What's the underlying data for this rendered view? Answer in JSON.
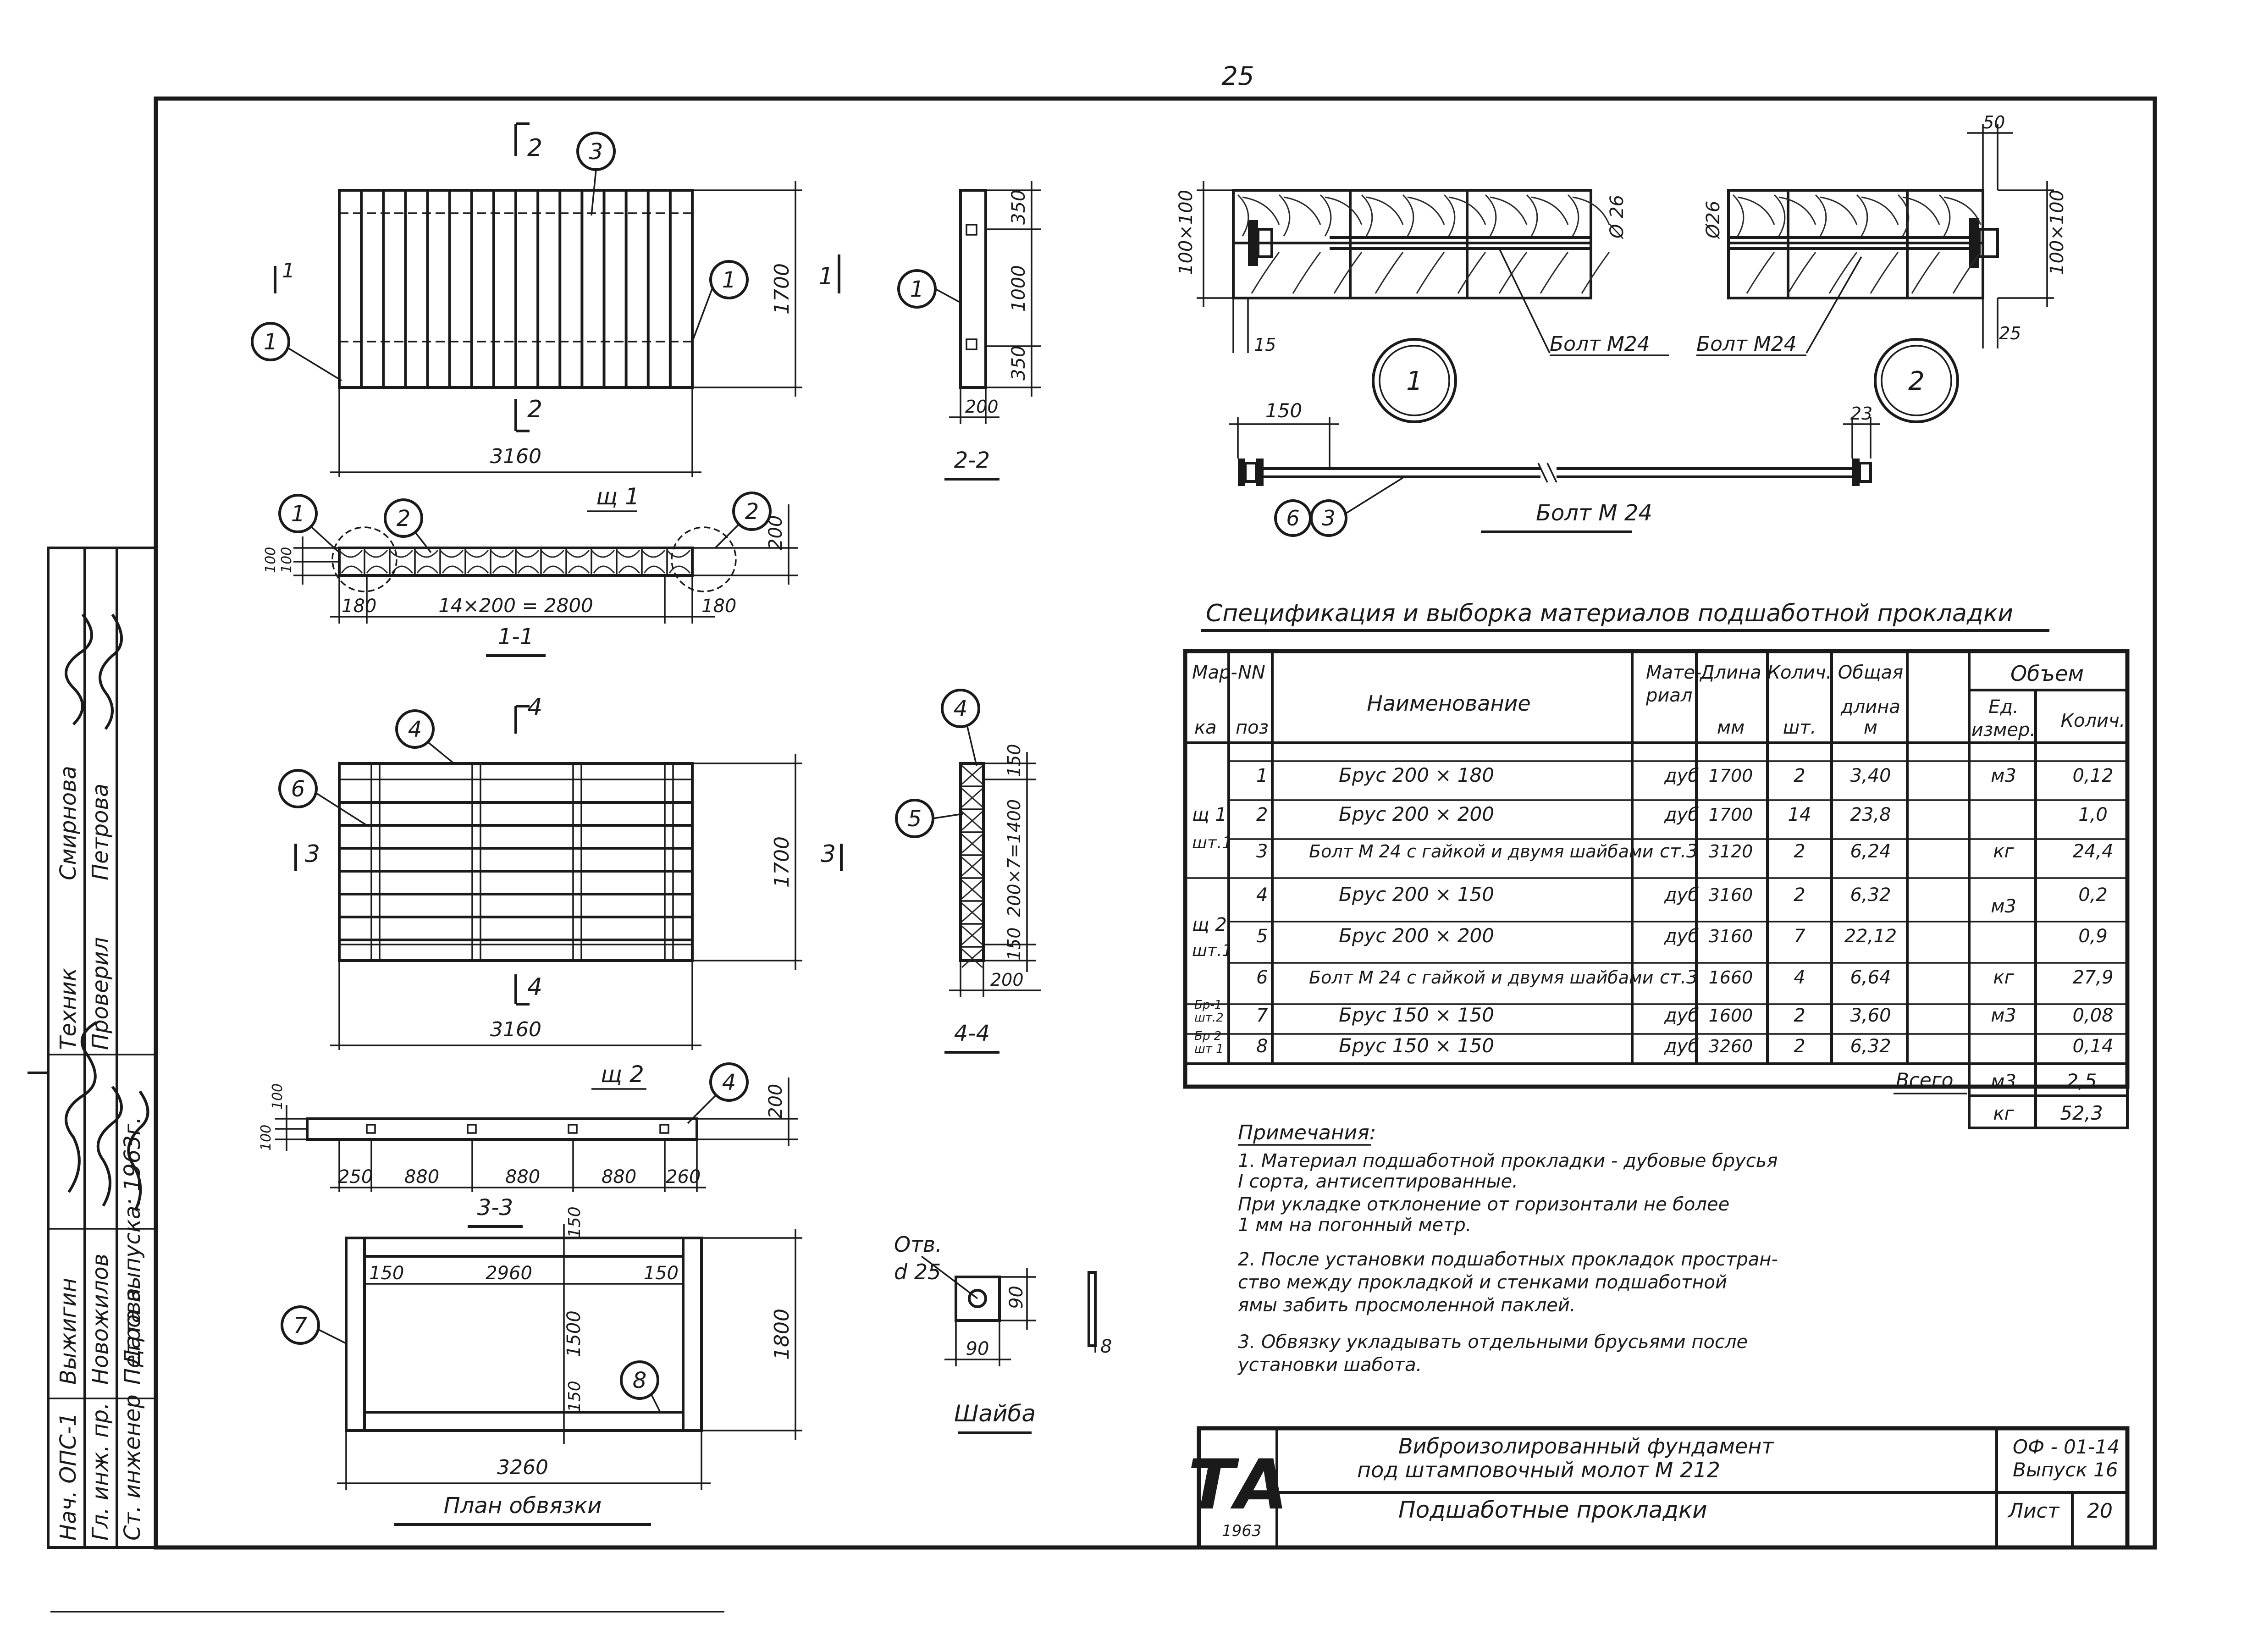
{
  "page_number": "25",
  "callouts": [
    "1",
    "2",
    "3",
    "4",
    "5",
    "6",
    "7",
    "8"
  ],
  "views": {
    "shield1": {
      "dims": {
        "length": "3160",
        "height": "1700",
        "section_label": "2",
        "section_label_side": "1"
      },
      "section11": {
        "title": "1-1",
        "shield_label": "щ 1",
        "dims": {
          "left": "180",
          "middle": "14×200 = 2800",
          "right": "180",
          "h100a": "100",
          "h100b": "100",
          "h200": "200"
        }
      }
    },
    "section22": {
      "title": "2-2",
      "dims": {
        "top": "350",
        "mid": "1000",
        "bottom": "350",
        "width": "200"
      }
    },
    "shield2": {
      "dims": {
        "length": "3160",
        "height": "1700",
        "section_label": "4",
        "section_label_side": "3"
      },
      "section33": {
        "title": "3-3",
        "shield_label": "щ 2",
        "dims": {
          "d250": "250",
          "d880a": "880",
          "d880b": "880",
          "d880c": "880",
          "d260": "260",
          "h100a": "100",
          "h100b": "100",
          "h200": "200"
        }
      }
    },
    "section44": {
      "title": "4-4",
      "dims": {
        "top": "150",
        "mid": "200×7=1400",
        "bottom": "150",
        "width": "200"
      }
    },
    "frame_plan": {
      "title": "План обвязки",
      "dims": {
        "length": "3260",
        "inner": "2960",
        "left": "150",
        "right": "150",
        "top": "150",
        "inner_h": "1500",
        "bottom": "150",
        "height": "1800"
      }
    },
    "washer": {
      "title": "Шайба",
      "hole_label": "Отв.",
      "hole_dia": "d 25",
      "side": "90",
      "width": "90",
      "thickness": "8"
    },
    "node1": {
      "label": "1",
      "dims": {
        "section": "100×100",
        "dia": "Ø 26",
        "offset": "15"
      },
      "bolt_label": "Болт М24"
    },
    "node2": {
      "label": "2",
      "dims": {
        "section": "100×100",
        "dia": "Ø26",
        "top": "50",
        "offset": "25"
      },
      "bolt_label": "Болт М24"
    },
    "bolt": {
      "title": "Болт М 24",
      "dims": {
        "head": "150",
        "end": "23"
      }
    }
  },
  "spec": {
    "title": "Спецификация и выборка материалов   подшаботной прокладки",
    "headers": {
      "mark_top": "Мар-",
      "mark_bot": "ка",
      "pos_top": "NN",
      "pos_bot": "поз",
      "name": "Наименование",
      "mat_top": "Мате-",
      "mat_bot": "риал",
      "len_top": "Длина",
      "len_bot": "мм",
      "qty_top": "Колич.",
      "qty_bot": "шт.",
      "total_top": "Общая",
      "total_mid": "длина",
      "total_bot": "м",
      "volume": "Объем",
      "unit_top": "Ед.",
      "unit_bot": "измер.",
      "vqty": "Колич."
    },
    "marks": [
      {
        "line1": "щ 1",
        "line2": "шт.1"
      },
      {
        "line1": "щ 2",
        "line2": "шт.1"
      },
      {
        "line1": "Бр-1",
        "line2": "шт.2"
      },
      {
        "line1": "Бр 2",
        "line2": "шт 1"
      }
    ],
    "rows": [
      {
        "pos": "1",
        "name": "Брус    200 × 180",
        "mat": "дуб",
        "len": "1700",
        "qty": "2",
        "total": "3,40",
        "unit": "м3",
        "vqty": "0,12"
      },
      {
        "pos": "2",
        "name": "Брус    200 × 200",
        "mat": "дуб",
        "len": "1700",
        "qty": "14",
        "total": "23,8",
        "unit": "",
        "vqty": "1,0"
      },
      {
        "pos": "3",
        "name": "Болт М 24  с гайкой и двумя  шайбами",
        "mat": "ст.3",
        "len": "3120",
        "qty": "2",
        "total": "6,24",
        "unit": "кг",
        "vqty": "24,4"
      },
      {
        "pos": "4",
        "name": "Брус   200 × 150",
        "mat": "дуб",
        "len": "3160",
        "qty": "2",
        "total": "6,32",
        "unit": "м3",
        "vqty": "0,2"
      },
      {
        "pos": "5",
        "name": "Брус   200 × 200",
        "mat": "дуб",
        "len": "3160",
        "qty": "7",
        "total": "22,12",
        "unit": "",
        "vqty": "0,9"
      },
      {
        "pos": "6",
        "name": "Болт М 24  с гайкой  и двумя  шайбами",
        "mat": "ст.3",
        "len": "1660",
        "qty": "4",
        "total": "6,64",
        "unit": "кг",
        "vqty": "27,9"
      },
      {
        "pos": "7",
        "name": "Брус   150 × 150",
        "mat": "дуб",
        "len": "1600",
        "qty": "2",
        "total": "3,60",
        "unit": "м3",
        "vqty": "0,08"
      },
      {
        "pos": "8",
        "name": "Брус   150 × 150",
        "mat": "дуб",
        "len": "3260",
        "qty": "2",
        "total": "6,32",
        "unit": "",
        "vqty": "0,14"
      }
    ],
    "total_label": "Всего",
    "totals": [
      {
        "unit": "м3",
        "value": "2,5"
      },
      {
        "unit": "кг",
        "value": "52,3"
      }
    ]
  },
  "notes": {
    "title": "Примечания:",
    "lines": [
      "1. Материал  подшаботной  прокладки - дубовые  брусья",
      "I сорта,  антисептированные.",
      "   При  укладке  отклонение  от  горизонтали  не  более",
      "1 мм  на  погонный  метр.",
      "2. После  установки  подшаботных  прокладок  простран-",
      "ство  между  прокладкой  и  стенками  подшаботной",
      "ямы  забить  просмоленной  паклей.",
      "3. Обвязку  укладывать  отдельными  брусьями  после",
      "установки  шабота."
    ]
  },
  "title_block": {
    "logo": "ТА",
    "year": "1963",
    "title_line1": "Виброизолированный  фундамент",
    "title_line2": "под  штамповочный  молот  М 212",
    "subtitle": "Подшаботные  прокладки",
    "code": "ОФ - 01-14",
    "issue": "Выпуск 16",
    "sheet_label": "Лист",
    "sheet_no": "20"
  },
  "stamp": {
    "roles": [
      "Нач. ОПС-1",
      "Гл. инж. пр.",
      "Ст. инженер",
      "Выжигин",
      "Техник",
      "Проверил"
    ],
    "names": [
      "Новожилов",
      "Петрова",
      "Смирнова",
      "Петрова"
    ],
    "date": "Дата выпуска: 1963г."
  }
}
